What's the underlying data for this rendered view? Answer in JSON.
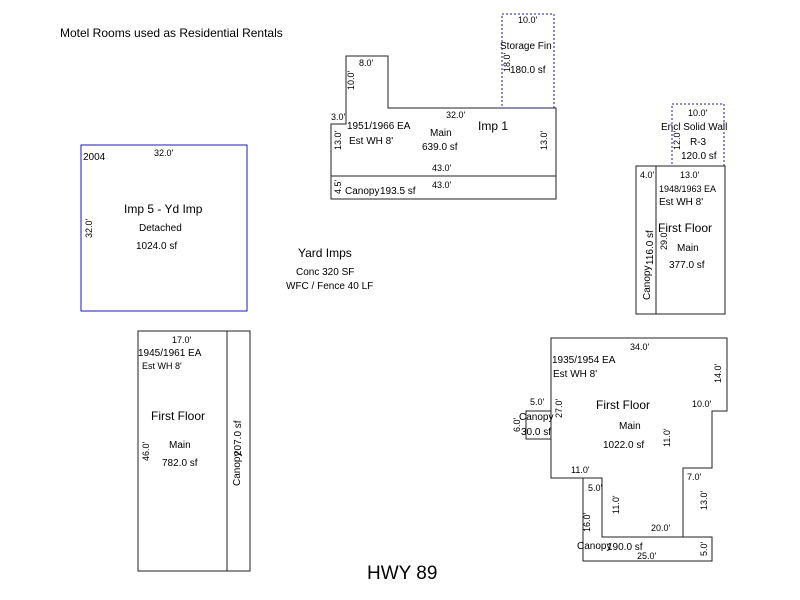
{
  "title": "Motel Rooms used as Residential Rentals",
  "street": "HWY 89",
  "yard": {
    "label": "Yard Imps",
    "line1": "Conc 320 SF",
    "line2": "WFC / Fence 40 LF"
  },
  "imp1": {
    "name": "Imp 1",
    "year": "1951/1966 EA",
    "wall": "Est WH 8'",
    "use": "Main",
    "area": "639.0 sf",
    "dims": {
      "top_left": "8.0'",
      "tab_height": "10.0'",
      "notch": "3.0'",
      "top": "32.0'",
      "left": "13.0'",
      "right": "13.0'",
      "bottom": "43.0'",
      "canopy_depth": "4.5'",
      "canopy_bottom": "43.0'"
    },
    "canopy_label": "Canopy",
    "canopy_area": "193.5 sf",
    "storage_label": "Storage Fin",
    "storage_area": "180.0 sf",
    "storage_width": "10.0'",
    "storage_height": "18.0'"
  },
  "imp5": {
    "year": "2004",
    "name": "Imp 5 - Yd Imp",
    "use": "Detached",
    "area": "1024.0 sf",
    "dims": {
      "top": "32.0'",
      "left": "32.0'"
    }
  },
  "right_bldg": {
    "encl_label": "Encl Solid Wall",
    "encl_use": "R-3",
    "encl_area": "120.0 sf",
    "encl_width": "10.0'",
    "encl_height": "12.0'",
    "year": "1948/1963 EA",
    "wall": "Est WH 8'",
    "floor": "First Floor",
    "use": "Main",
    "area": "377.0 sf",
    "canopy_label": "Canopy",
    "canopy_area": "116.0 sf",
    "dims": {
      "canopy_width": "4.0'",
      "top": "13.0'",
      "height": "29.0'"
    }
  },
  "lower_left": {
    "year": "1945/1961 EA",
    "wall": "Est WH 8'",
    "floor": "First Floor",
    "use": "Main",
    "area": "782.0 sf",
    "canopy_label": "Canopy",
    "canopy_area": "207.0 sf",
    "dims": {
      "top": "17.0'",
      "height": "46.0'"
    }
  },
  "lower_right": {
    "year": "1935/1954 EA",
    "wall": "Est WH 8'",
    "floor": "First Floor",
    "use": "Main",
    "area": "1022.0 sf",
    "canopy1_label": "Canopy",
    "canopy1_area": "30.0 sf",
    "canopy2_label": "Canopy",
    "canopy2_area": "190.0 sf",
    "dims": {
      "top": "34.0'",
      "right_upper": "14.0'",
      "step_right": "10.0'",
      "step_height": "11.0'",
      "step2": "7.0'",
      "right_lower": "13.0'",
      "canopy_width": "5.0'",
      "canopy_depth": "6.0'",
      "left": "27.0'",
      "bottom_left": "11.0'",
      "inner_step": "5.0'",
      "inner_height": "11.0'",
      "canopy2_left": "16.0'",
      "canopy2_top": "20.0'",
      "canopy2_bottom": "25.0'",
      "canopy2_right": "5.0'"
    }
  }
}
